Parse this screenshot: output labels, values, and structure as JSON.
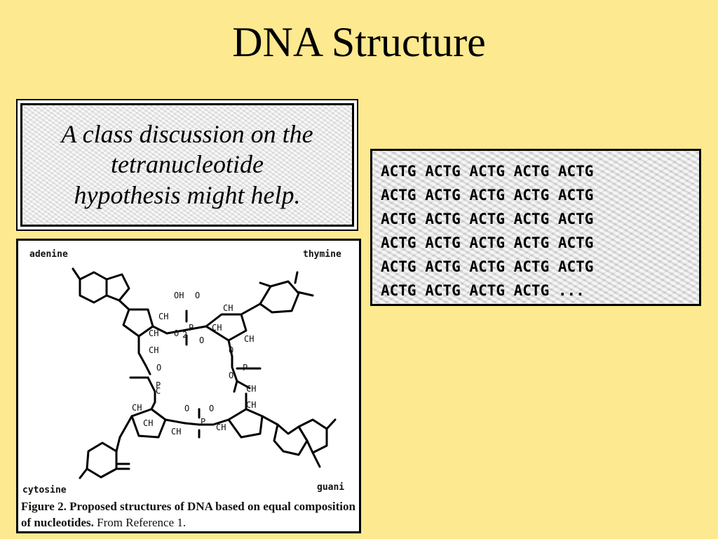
{
  "slide": {
    "title": "DNA Structure"
  },
  "quote": {
    "text_line1": "A class discussion on the",
    "text_line2": "tetranucleotide",
    "text_line3": "hypothesis might help."
  },
  "sequence": {
    "lines": [
      "ACTG ACTG ACTG ACTG ACTG",
      "ACTG ACTG ACTG ACTG ACTG",
      "ACTG ACTG ACTG ACTG ACTG",
      "ACTG ACTG ACTG ACTG ACTG",
      "ACTG ACTG ACTG ACTG ACTG",
      "ACTG ACTG ACTG ACTG ..."
    ]
  },
  "figure": {
    "label_adenine": "adenine",
    "label_thymine": "thymine",
    "label_cytosine": "cytosine",
    "label_guanine": "guani",
    "chem": {
      "oh": "OH",
      "o": "O",
      "p": "P",
      "ch": "CH",
      "ch2": "CH",
      "sub2": "2",
      "c": "C"
    },
    "caption_bold": "Figure 2. Proposed structures of DNA based on equal composition of nucleotides.",
    "caption_normal": " From Reference 1."
  }
}
